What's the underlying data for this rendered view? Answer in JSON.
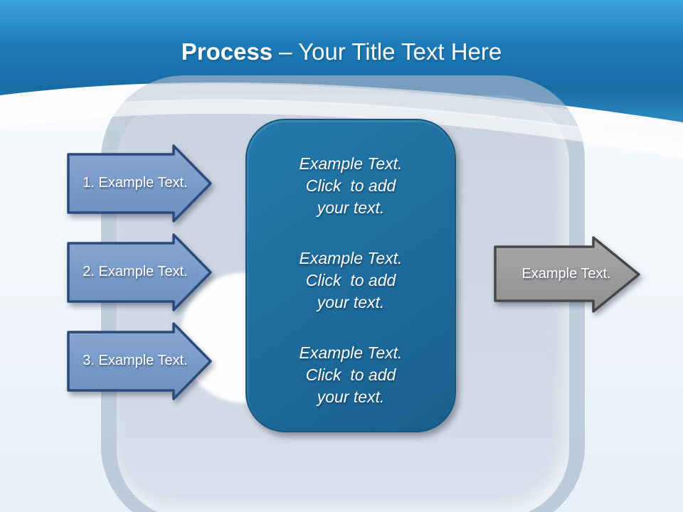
{
  "slide": {
    "title": {
      "bold": "Process",
      "rest": "– Your Title Text Here"
    },
    "left_arrows": [
      {
        "label": "1. Example Text."
      },
      {
        "label": "2. Example Text."
      },
      {
        "label": "3. Example Text."
      }
    ],
    "center_box": {
      "groups": [
        {
          "lines": [
            "Example Text.",
            "Click  to add",
            "your text."
          ]
        },
        {
          "lines": [
            "Example Text.",
            "Click  to add",
            "your text."
          ]
        },
        {
          "lines": [
            "Example Text.",
            "Click  to add",
            "your text."
          ]
        }
      ]
    },
    "right_arrow": {
      "label": "Example Text."
    },
    "colors": {
      "header_blue": "#1d77b3",
      "header_blue_light": "#3ba4dc",
      "panel_gray": "#c8d2df",
      "box_blue": "#1e6f9f",
      "box_border": "#17567c",
      "arrow_blue": "#7597c5",
      "arrow_blue_border": "#2a4a7b",
      "arrow_gray": "#9d9d9d",
      "arrow_gray_border": "#474747",
      "text_white": "#ffffff"
    }
  }
}
